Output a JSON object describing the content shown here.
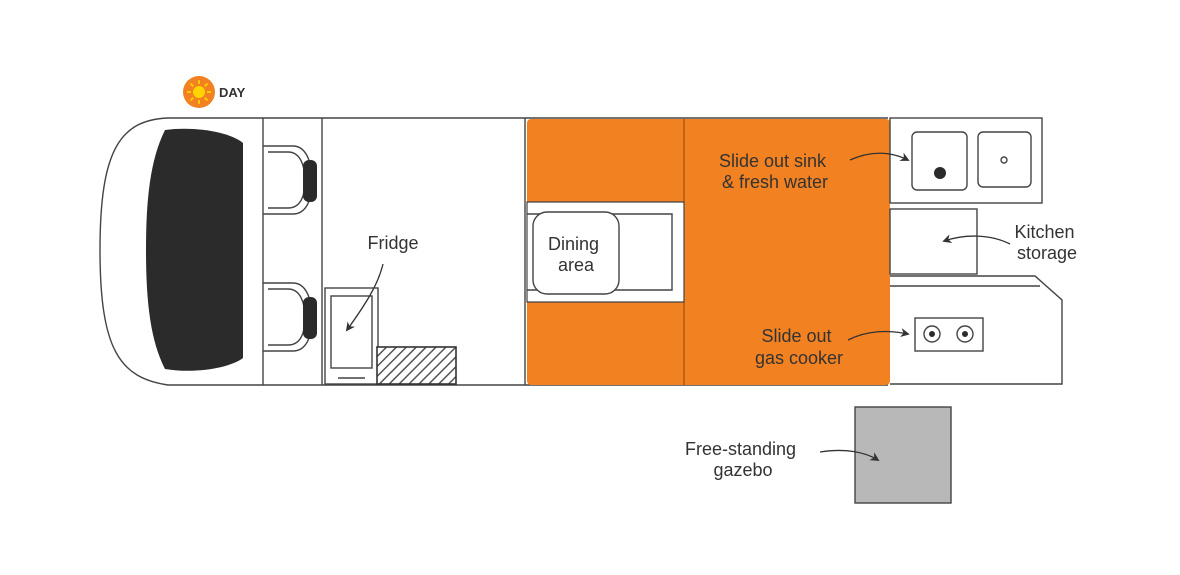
{
  "mode_badge": {
    "label": "DAY",
    "icon": "sun-icon",
    "color": "#f28121"
  },
  "colors": {
    "accent": "#f28121",
    "gazebo": "#b8b8b8",
    "windshield": "#2b2b2b"
  },
  "labels": {
    "fridge": "Fridge",
    "dining": [
      "Dining",
      "area"
    ],
    "sink": [
      "Slide out sink",
      "& fresh water"
    ],
    "storage": [
      "Kitchen",
      "storage"
    ],
    "cooker": [
      "Slide out",
      "gas cooker"
    ],
    "gazebo": [
      "Free-standing",
      "gazebo"
    ]
  }
}
